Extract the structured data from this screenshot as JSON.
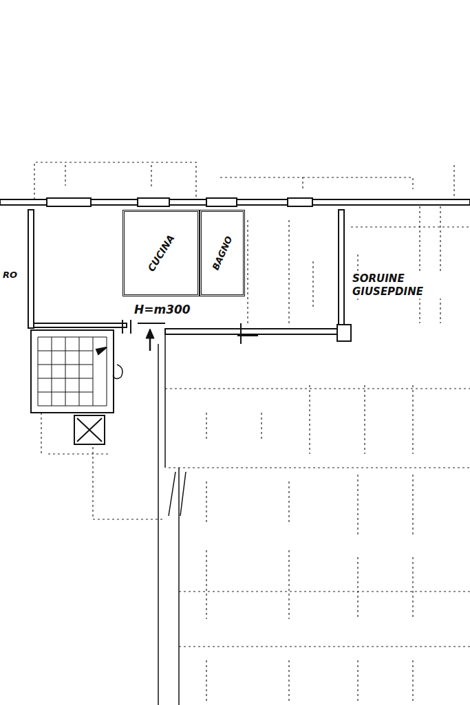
{
  "diagram": {
    "nodes": [
      {
        "text": [
          "CUCINA"
        ]
      },
      {
        "text": [
          "BAGNO"
        ]
      }
    ],
    "labels": [
      "H=m300",
      "SORUINE GIUSEPDINE",
      "RO"
    ]
  }
}
